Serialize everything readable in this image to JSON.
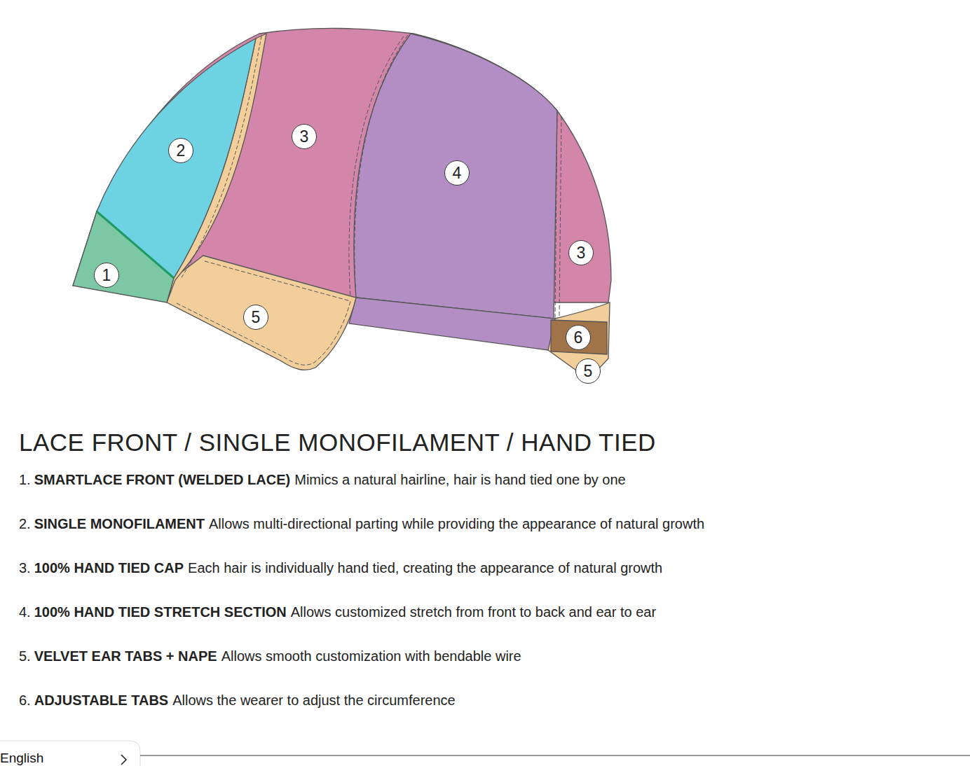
{
  "diagram": {
    "title": "LACE FRONT / SINGLE MONOFILAMENT / HAND TIED",
    "nodes": [
      {
        "text": [
          "3"
        ]
      },
      {
        "text": [
          "2"
        ]
      },
      {
        "text": [
          "4"
        ]
      },
      {
        "text": [
          "3"
        ]
      },
      {
        "text": [
          "1"
        ]
      },
      {
        "text": [
          "5"
        ]
      },
      {
        "text": [
          "6"
        ]
      },
      {
        "text": [
          "5"
        ]
      }
    ],
    "labels": [
      "1.",
      "SMARTLACE FRONT (WELDED LACE)",
      "Mimics a natural hairline, hair is hand tied one by one",
      "2.",
      "SINGLE MONOFILAMENT",
      "Allows multi-directional parting while providing the appearance of natural growth",
      "3.",
      "100% HAND TIED CAP",
      "Each hair is individually hand tied, creating the appearance of natural growth",
      "4.",
      "100% HAND TIED STRETCH SECTION",
      "Allows customized stretch from front to back and ear to ear",
      "5.",
      "VELVET EAR TABS + NAPE",
      "Allows smooth customization with bendable wire",
      "6.",
      "ADJUSTABLE TABS",
      "Allows the wearer to adjust the circumference",
      "English"
    ]
  }
}
